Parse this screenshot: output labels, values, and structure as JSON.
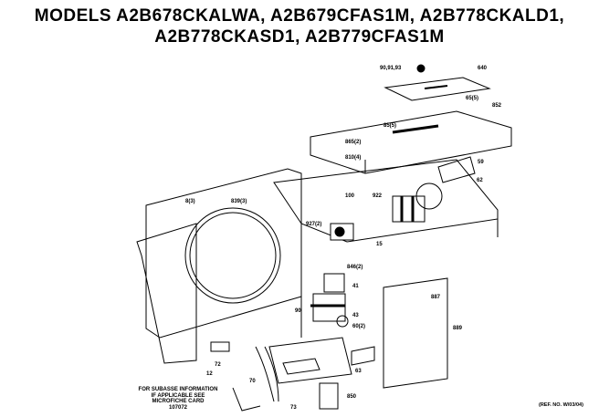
{
  "title": {
    "line1": "MODELS A2B678CKALWA, A2B679CFAS1M, A2B778CKALD1,",
    "line2": "A2B778CKASD1, A2B779CFAS1M"
  },
  "footnote": {
    "line1": "FOR SUBASSE INFORMATION",
    "line2": "IF APPLICABLE SEE",
    "line3": "MICROFICHE CARD",
    "line4": "107072"
  },
  "drawing_ref": "(REF. NO. W/03/04)",
  "callouts": {
    "c_top_screw": "90,91,93",
    "c_top_cover": "640",
    "c_top_right1": "65(5)",
    "c_top_right2": "852",
    "c_left_conn": "85(5)",
    "c_mid_screw1": "865(2)",
    "c_mid_screw2": "810(4)",
    "c_left_panel": "8(3)",
    "c_left_top": "839(3)",
    "c_motor": "100",
    "c_motor2": "922",
    "c_cap": "927(2)",
    "c_relay_a": "846(2)",
    "c_relay_b": "15",
    "c_box": "41",
    "c_box2": "43",
    "c_box3": "60(2)",
    "c_box4": "90",
    "c_plate": "887",
    "c_plate2": "889",
    "c_small": "63",
    "c_wire1": "70",
    "c_wire2": "72",
    "c_wire3": "73",
    "c_bottom_right": "850",
    "c_bottom_left": "12",
    "c_right_side": "59",
    "c_right2": "62"
  }
}
